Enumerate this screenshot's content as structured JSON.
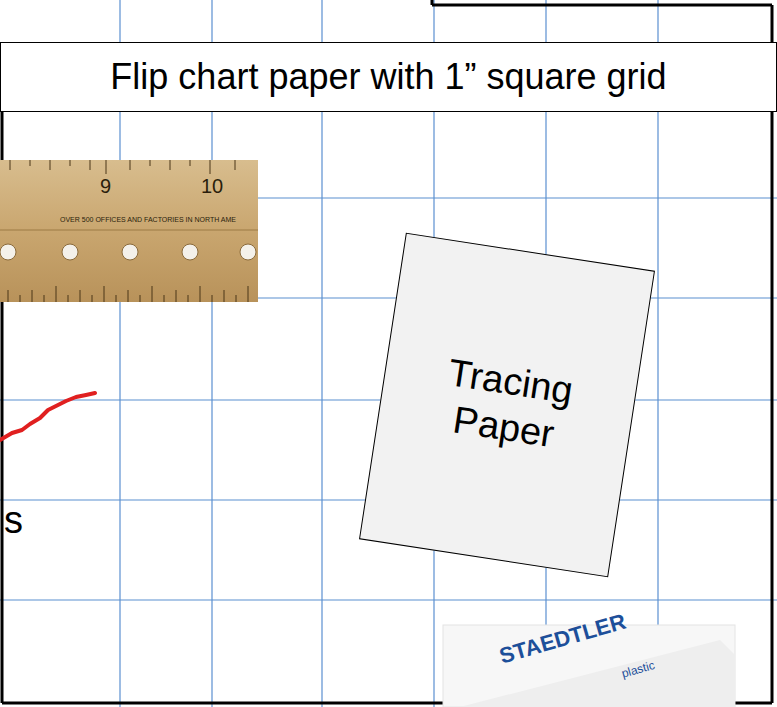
{
  "diagram": {
    "title": "Flip chart paper with 1” square grid",
    "nodes": [
      {
        "text": [
          "Tracing Paper"
        ]
      }
    ],
    "labels": [
      "9",
      "10",
      "OVER 500 OFFICES AND FACTORIES IN NORTH AME",
      "s",
      "STAEDTLER",
      "plastic"
    ]
  }
}
